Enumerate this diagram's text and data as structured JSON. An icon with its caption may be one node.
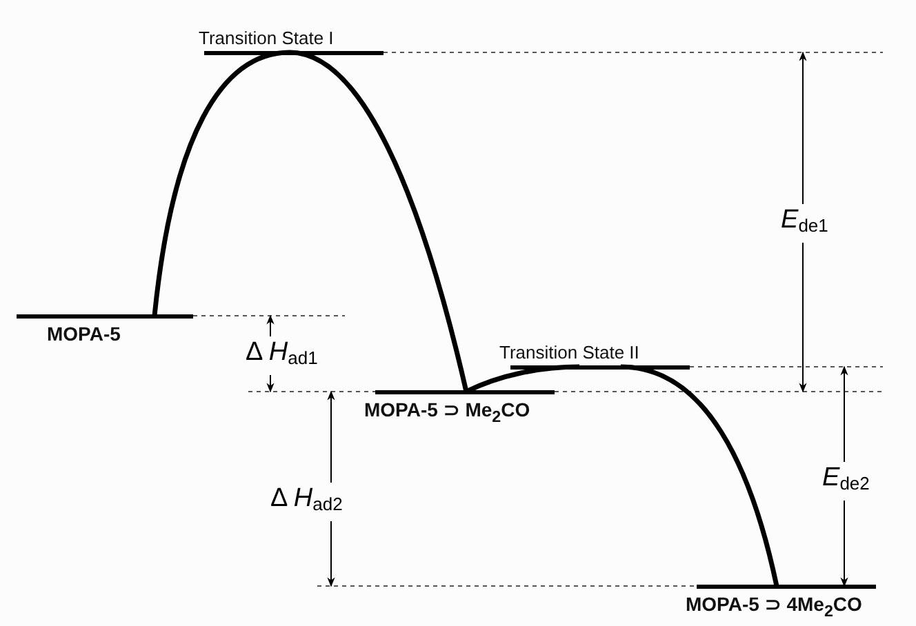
{
  "diagram": {
    "nodes": [
      {
        "text": [
          "MOPA-5"
        ]
      },
      {
        "text": [
          "Transition State I"
        ]
      },
      {
        "text": [
          "MOPA-5 ⊃ Me$_{2}$CO"
        ]
      },
      {
        "text": [
          "Transition State II"
        ]
      },
      {
        "text": [
          "MOPA-5 ⊃ 4Me$_{2}$CO"
        ]
      }
    ],
    "edges": [
      {
        "from": 0,
        "to": 1,
        "arrow": "none"
      },
      {
        "from": 1,
        "to": 2,
        "arrow": "none"
      },
      {
        "from": 2,
        "to": 3,
        "arrow": "none"
      },
      {
        "from": 3,
        "to": 4,
        "arrow": "none"
      }
    ],
    "labels": [
      "*E*$_{de1}$",
      "Δ *H*$_{ad1}$",
      "*E*$_{de2}$",
      "Δ *H*$_{ad2}$"
    ]
  }
}
